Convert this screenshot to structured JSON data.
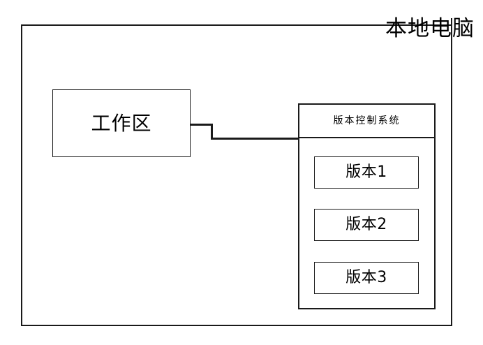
{
  "diagram": {
    "outer": {
      "title": "本地电脑"
    },
    "workspace": {
      "label": "工作区"
    },
    "connector": {
      "label": ""
    },
    "vcs": {
      "header": "版本控制系统",
      "versions": [
        {
          "label": "版本1"
        },
        {
          "label": "版本2"
        },
        {
          "label": "版本3"
        }
      ]
    }
  },
  "colors": {
    "stroke": "#1a1a1a",
    "background": "#ffffff",
    "text": "#000000"
  }
}
